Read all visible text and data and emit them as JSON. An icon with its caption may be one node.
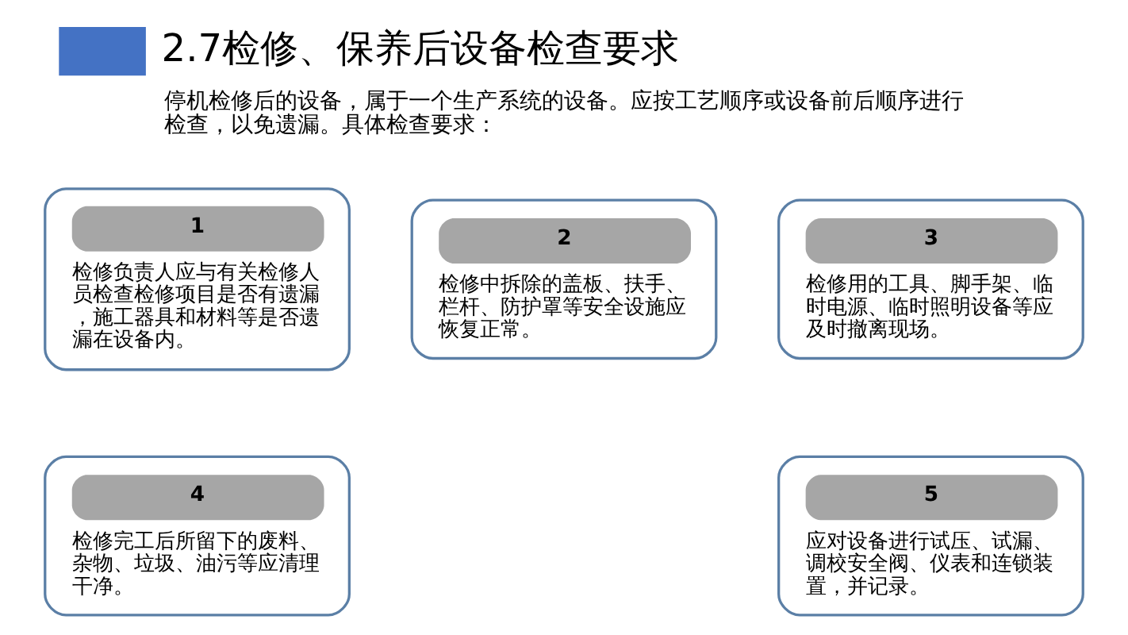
{
  "diagram": {
    "title": "2.7检修、保养后设备检查要求",
    "nodes": [
      {
        "text": [
          "1",
          "检修负责人应与有关检修人员检查检修项目是否有遗漏，施工器具和材料等是否遗漏在设备内。"
        ]
      },
      {
        "text": [
          "2",
          "检修中拆除的盖板、扶手、栏杆、防护罩等安全设施应恢复正常。"
        ]
      },
      {
        "text": [
          "3",
          "检修用的工具、脚手架、临时电源、临时照明设备等应及时撤离现场。"
        ]
      },
      {
        "text": [
          "4",
          "检修完工后所留下的废料、杂物、垃圾、油污等应清理干净。"
        ]
      },
      {
        "text": [
          "5",
          "应对设备进行试压、试漏、调校安全阀、仪表和连锁装置，并记录。"
        ]
      }
    ],
    "edges": [],
    "labels": [
      "停机检修后的设备，属于一个生产系统的设备。应按工艺顺序或设备前后顺序进行检查，以免遗漏。具体检查要求："
    ]
  }
}
